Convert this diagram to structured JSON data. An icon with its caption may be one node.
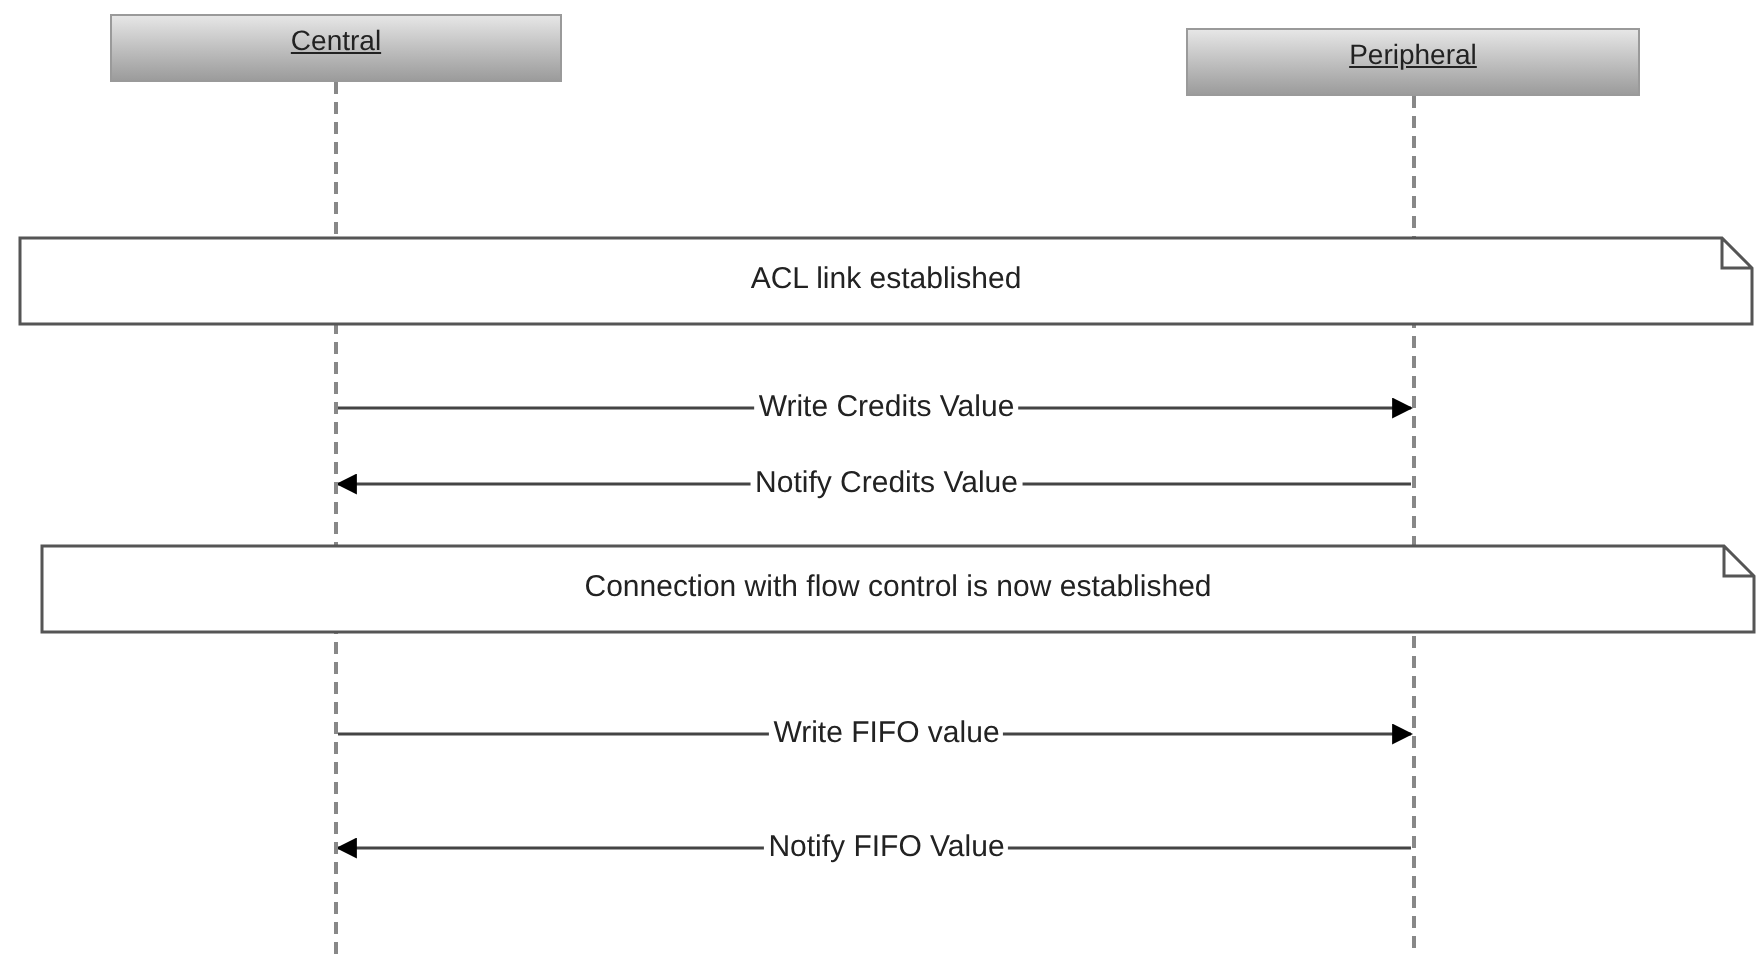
{
  "diagram": {
    "nodes": [
      {
        "text": [
          "Central"
        ]
      },
      {
        "text": [
          "Peripheral"
        ]
      },
      {
        "text": [
          "ACL link established"
        ]
      },
      {
        "text": [
          "Connection with flow control is now established"
        ]
      }
    ],
    "edges": [
      {
        "from": 0,
        "to": 1,
        "arrow": "to",
        "label": "Write Credits Value"
      },
      {
        "from": 1,
        "to": 0,
        "arrow": "to",
        "label": "Notify Credits Value"
      },
      {
        "from": 0,
        "to": 1,
        "arrow": "to",
        "label": "Write FIFO value"
      },
      {
        "from": 1,
        "to": 0,
        "arrow": "to",
        "label": "Notify FIFO Value"
      }
    ]
  }
}
